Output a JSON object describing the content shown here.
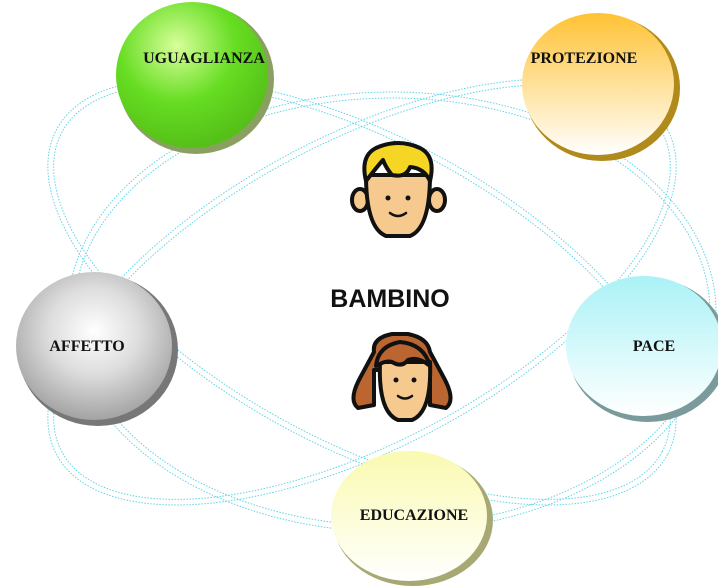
{
  "center": {
    "label": "BAMBINO"
  },
  "nodes": [
    {
      "id": "uguaglianza",
      "label": "UGUAGLIANZA",
      "color": "#66dd22",
      "highlight": "#d8ff9a",
      "edge": "#8aa060"
    },
    {
      "id": "protezione",
      "label": "PROTEZIONE",
      "color": "#ffc233",
      "highlight": "#ffffff",
      "edge": "#b08a1a"
    },
    {
      "id": "affetto",
      "label": "AFFETTO",
      "color": "#aaaaaa",
      "highlight": "#ffffff",
      "edge": "#777777"
    },
    {
      "id": "pace",
      "label": "PACE",
      "color": "#aaf2f6",
      "highlight": "#ffffff",
      "edge": "#7a9a9c"
    },
    {
      "id": "educazione",
      "label": "EDUCAZIONE",
      "color": "#fafab0",
      "highlight": "#ffffff",
      "edge": "#a8a874"
    }
  ],
  "figures": {
    "boy": {
      "hair": "#f6d625",
      "skin": "#f6c98e"
    },
    "girl": {
      "hair": "#bb6630",
      "skin": "#f6c98e"
    }
  },
  "colors": {
    "orbit": "#5fd4e8",
    "outline": "#111111"
  }
}
